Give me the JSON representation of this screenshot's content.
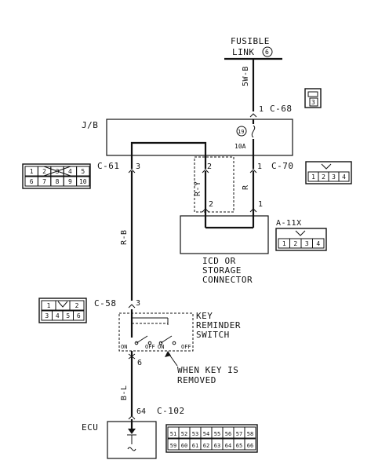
{
  "fusible_link": {
    "line1": "FUSIBLE",
    "line2": "LINK",
    "num": "6"
  },
  "wire_top": {
    "color": "5W-B"
  },
  "c68": {
    "name": "C-68",
    "pin": "1",
    "cell": "3"
  },
  "jb": {
    "name": "J/B"
  },
  "fuse": {
    "num": "19",
    "rating": "10A"
  },
  "c61": {
    "name": "C-61",
    "pin": "3",
    "cells": [
      "1",
      "2",
      "3",
      "4",
      "5",
      "6",
      "7",
      "8",
      "9",
      "10"
    ]
  },
  "c70": {
    "name": "C-70",
    "pin_left": "2",
    "pin_right": "1",
    "cells": [
      "1",
      "2",
      "3",
      "4"
    ]
  },
  "wire_ry": {
    "color": "R-Y"
  },
  "wire_r": {
    "color": "R"
  },
  "a11x": {
    "name": "A-11X",
    "pin_left": "2",
    "pin_right": "1",
    "cells": [
      "1",
      "2",
      "3",
      "4"
    ]
  },
  "icd": {
    "line1": "ICD OR",
    "line2": "STORAGE",
    "line3": "CONNECTOR"
  },
  "wire_rb": {
    "color": "R-B"
  },
  "c58": {
    "name": "C-58",
    "pin_top": "3",
    "pin_bottom": "6",
    "cells": [
      "1",
      "",
      "2",
      "3",
      "4",
      "5",
      "6"
    ]
  },
  "key_switch": {
    "line1": "KEY",
    "line2": "REMINDER",
    "line3": "SWITCH",
    "on_left": "ON",
    "off_left": "OFF",
    "on_right": "ON",
    "off_right": "OFF"
  },
  "note": {
    "line1": "WHEN KEY IS",
    "line2": "REMOVED"
  },
  "wire_bl": {
    "color": "B-L"
  },
  "ecu": {
    "name": "ECU",
    "pin": "64",
    "connector": "C-102",
    "cells_top": [
      "51",
      "52",
      "53",
      "54",
      "55",
      "56",
      "57",
      "58"
    ],
    "cells_bottom": [
      "59",
      "60",
      "61",
      "62",
      "63",
      "64",
      "65",
      "66"
    ]
  }
}
